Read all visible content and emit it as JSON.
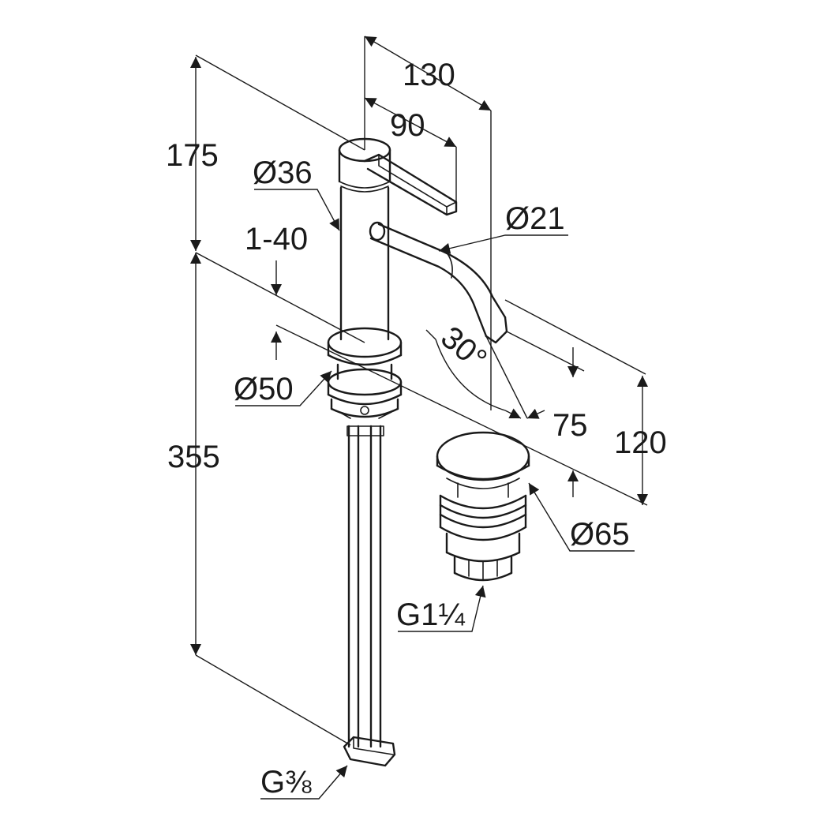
{
  "dimensions": {
    "d130": "130",
    "d90": "90",
    "d175": "175",
    "d36": "Ø36",
    "d21": "Ø21",
    "d1_40": "1-40",
    "d30": "30°",
    "d50": "Ø50",
    "d75": "75",
    "d120": "120",
    "d355": "355",
    "d65": "Ø65",
    "g114": "G1¼",
    "g38": "G⅜"
  },
  "colors": {
    "line": "#1a1a1a",
    "background": "#ffffff"
  }
}
